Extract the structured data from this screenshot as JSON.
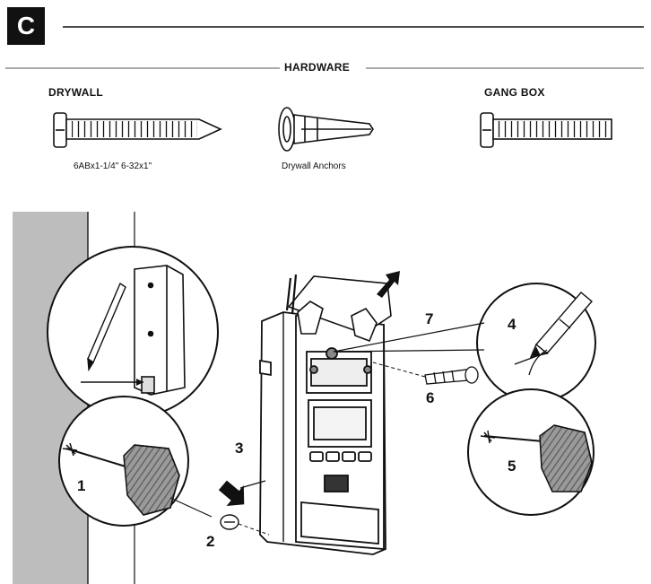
{
  "section_letter": "C",
  "hardware_heading": "HARDWARE",
  "drywall_label": "DRYWALL",
  "gang_box_label": "GANG BOX",
  "screw_caption": "6ABx1-1/4\" 6-32x1\"",
  "anchors_caption": "Drywall Anchors",
  "steps": [
    "1",
    "2",
    "3",
    "4",
    "5",
    "6",
    "7"
  ],
  "icons": {
    "screw_drywall": "drywall-screw-icon",
    "anchor": "drywall-anchor-icon",
    "screw_gang": "gang-box-screw-icon",
    "pencil": "pencil-icon",
    "drill": "drill-icon"
  }
}
